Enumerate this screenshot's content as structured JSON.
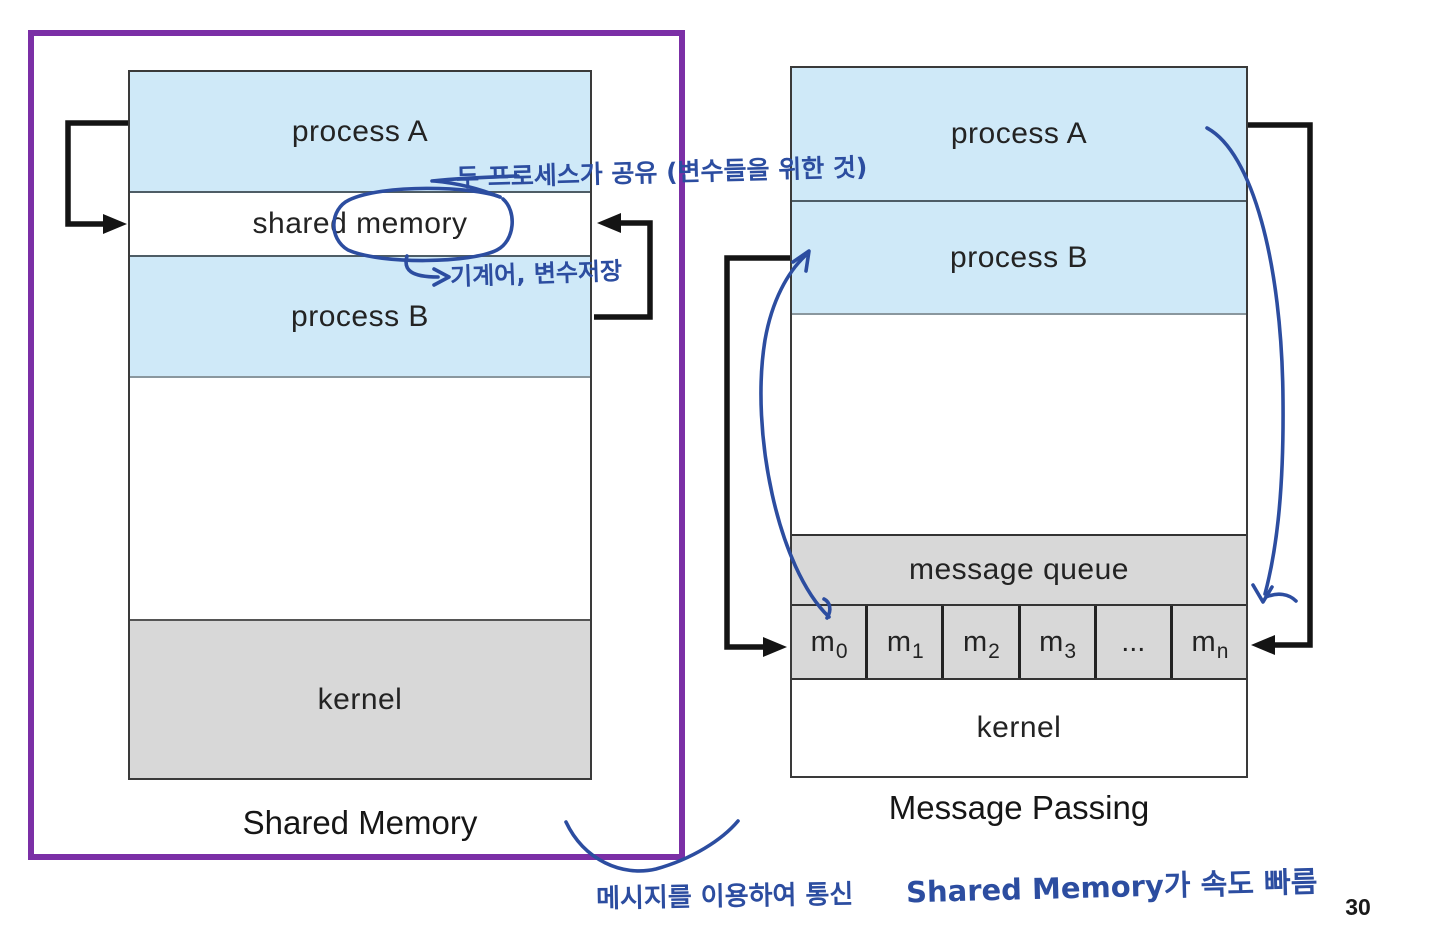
{
  "page": {
    "number": "30"
  },
  "colors": {
    "accent_purple": "#7b2fa6",
    "pen_blue": "#2c4da0",
    "process_fill": "#cfe9f8",
    "kernel_gray": "#d8d8d8"
  },
  "left_diagram": {
    "caption": "Shared Memory",
    "bands": {
      "process_a": "process A",
      "shared_memory": "shared memory",
      "process_b": "process B",
      "kernel": "kernel"
    }
  },
  "right_diagram": {
    "caption": "Message Passing",
    "bands": {
      "process_a": "process A",
      "process_b": "process B",
      "message_queue": "message queue",
      "kernel": "kernel"
    },
    "queue_cells": [
      {
        "base": "m",
        "sub": "0"
      },
      {
        "base": "m",
        "sub": "1"
      },
      {
        "base": "m",
        "sub": "2"
      },
      {
        "base": "m",
        "sub": "3"
      },
      {
        "base": "...",
        "sub": ""
      },
      {
        "base": "m",
        "sub": "n"
      }
    ]
  },
  "annotations": {
    "shared_note": "두 프로세스가 공유 (변수들을 위한 것)",
    "memory_note": "기계어, 변수저장",
    "message_note": "메시지를 이용하여 통신",
    "speed_note": "Shared Memory가 속도 빠름"
  }
}
